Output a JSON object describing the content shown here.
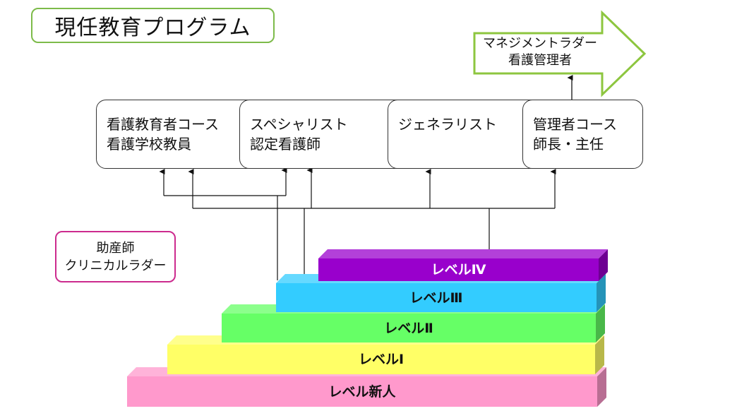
{
  "title": "現任教育プログラム",
  "management_ladder": {
    "lines": [
      "マネジメントラダー",
      "看護管理者"
    ],
    "color": "#8dc63f"
  },
  "courses": [
    {
      "lines": [
        "看護教育者コース",
        "看護学校教員"
      ]
    },
    {
      "lines": [
        "スペシャリスト",
        "認定看護師"
      ]
    },
    {
      "lines": [
        "ジェネラリスト"
      ]
    },
    {
      "lines": [
        "管理者コース",
        "師長・主任"
      ]
    }
  ],
  "midwife_ladder": {
    "lines": [
      "助産師",
      "クリニカルラダー"
    ],
    "color": "#cc2b8e"
  },
  "levels": [
    {
      "label": "レベル新人",
      "color": "#ff99cc"
    },
    {
      "label": "レベルⅠ",
      "color": "#ffff66"
    },
    {
      "label": "レベルⅡ",
      "color": "#66ff66"
    },
    {
      "label": "レベルⅢ",
      "color": "#33ccff"
    },
    {
      "label": "レベルⅣ",
      "color": "#9900cc"
    }
  ]
}
